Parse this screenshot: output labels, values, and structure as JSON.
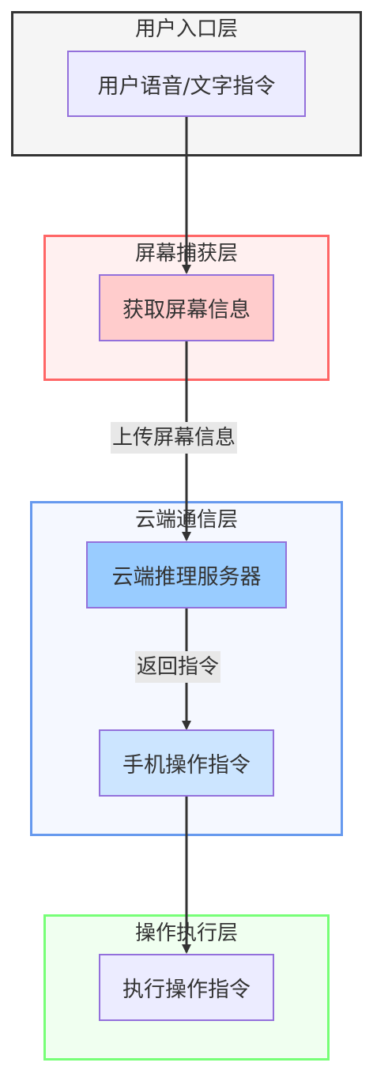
{
  "layers": {
    "user_entry": {
      "title": "用户入口层",
      "fill": "#f5f5f5",
      "stroke": "#333333",
      "nodes": {
        "voice_text": {
          "label": "用户语音/文字指令",
          "fill": "#ECECFF"
        }
      }
    },
    "screen_capture": {
      "title": "屏幕捕获层",
      "fill": "#fff0f0",
      "stroke": "#ff6666",
      "nodes": {
        "get_screen": {
          "label": "获取屏幕信息",
          "fill": "#ffcccc"
        }
      }
    },
    "cloud_comm": {
      "title": "云端通信层",
      "fill": "#f5f8ff",
      "stroke": "#6699ee",
      "nodes": {
        "inference_server": {
          "label": "云端推理服务器",
          "fill": "#99ccff"
        },
        "phone_command": {
          "label": "手机操作指令",
          "fill": "#cce5ff"
        }
      }
    },
    "execution": {
      "title": "操作执行层",
      "fill": "#f0fff0",
      "stroke": "#77ff77",
      "nodes": {
        "execute_command": {
          "label": "执行操作指令",
          "fill": "#ECECFF"
        }
      }
    }
  },
  "edges": {
    "upload_screen": {
      "label": "上传屏幕信息"
    },
    "return_command": {
      "label": "返回指令"
    }
  },
  "colors": {
    "edge": "#333333",
    "edge_label_bg": "#e8e8e8",
    "node_border": "#9370DB"
  }
}
